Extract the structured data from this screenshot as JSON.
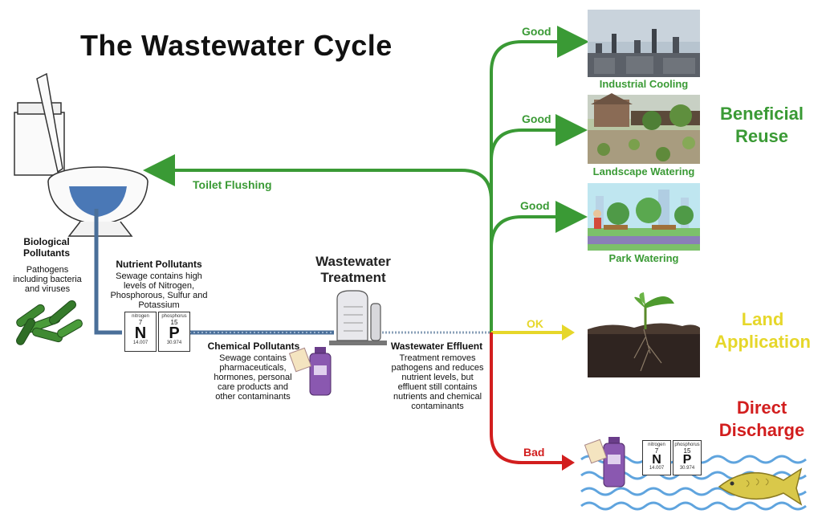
{
  "title": "The Wastewater Cycle",
  "toilet_flushing": "Toilet Flushing",
  "biological": {
    "heading": "Biological Pollutants",
    "desc": "Pathogens including bacteria and viruses"
  },
  "nutrient": {
    "heading": "Nutrient Pollutants",
    "desc": "Sewage contains high levels of Nitrogen, Phosphorous, Sulfur and Potassium"
  },
  "chemical": {
    "heading": "Chemical Pollutants",
    "desc": "Sewage contains pharmaceuticals, hormones, personal care products and other contaminants"
  },
  "treatment": {
    "label": "Wastewater Treatment"
  },
  "effluent": {
    "heading": "Wastewater Effluent",
    "desc": "Treatment removes pathogens and reduces nutrient levels, but effluent still contains nutrients and chemical contaminants"
  },
  "elements": [
    {
      "name": "nitrogen",
      "number": "7",
      "symbol": "N",
      "weight": "14.007"
    },
    {
      "name": "phosphorus",
      "number": "15",
      "symbol": "P",
      "weight": "30.974"
    }
  ],
  "branches": {
    "industrial": {
      "rating": "Good",
      "caption": "Industrial Cooling"
    },
    "landscape": {
      "rating": "Good",
      "caption": "Landscape Watering"
    },
    "park": {
      "rating": "Good",
      "caption": "Park Watering"
    },
    "land": {
      "rating": "OK"
    },
    "discharge": {
      "rating": "Bad"
    }
  },
  "categories": {
    "beneficial": "Beneficial Reuse",
    "land": "Land Application",
    "direct": "Direct Discharge"
  },
  "colors": {
    "good": "#3a9a35",
    "ok": "#e6d72a",
    "bad": "#d21e1e",
    "pipe": "#4a6f99"
  }
}
